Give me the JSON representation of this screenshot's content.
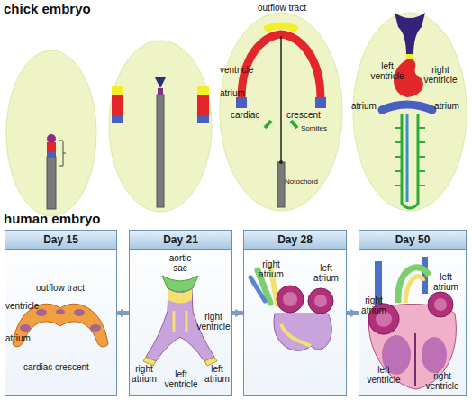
{
  "diagram": {
    "nodes": [
      {
        "text": [
          "Day 15"
        ]
      },
      {
        "text": [
          "Day 21"
        ]
      },
      {
        "text": [
          "Day 28"
        ]
      },
      {
        "text": [
          "Day 50"
        ]
      }
    ],
    "edges": [
      {
        "from": 0,
        "to": 1,
        "arrow": "to"
      },
      {
        "from": 1,
        "to": 2,
        "arrow": "to"
      },
      {
        "from": 2,
        "to": 3,
        "arrow": "to"
      }
    ],
    "labels": [
      "chick embryo",
      "outflow tract",
      "ventricle",
      "atrium",
      "cardiac",
      "crescent",
      "Somites",
      "Notochord",
      "left ventricle",
      "right ventricle",
      "atrium",
      "atrium",
      "human embryo",
      "outflow tract",
      "ventricle",
      "atrium",
      "cardiac crescent",
      "aortic sac",
      "right ventricle",
      "right atrium",
      "left ventricle",
      "left atrium",
      "right atrium",
      "left atrium",
      "right atrium",
      "left atrium",
      "left ventricle",
      "right ventricle"
    ]
  }
}
